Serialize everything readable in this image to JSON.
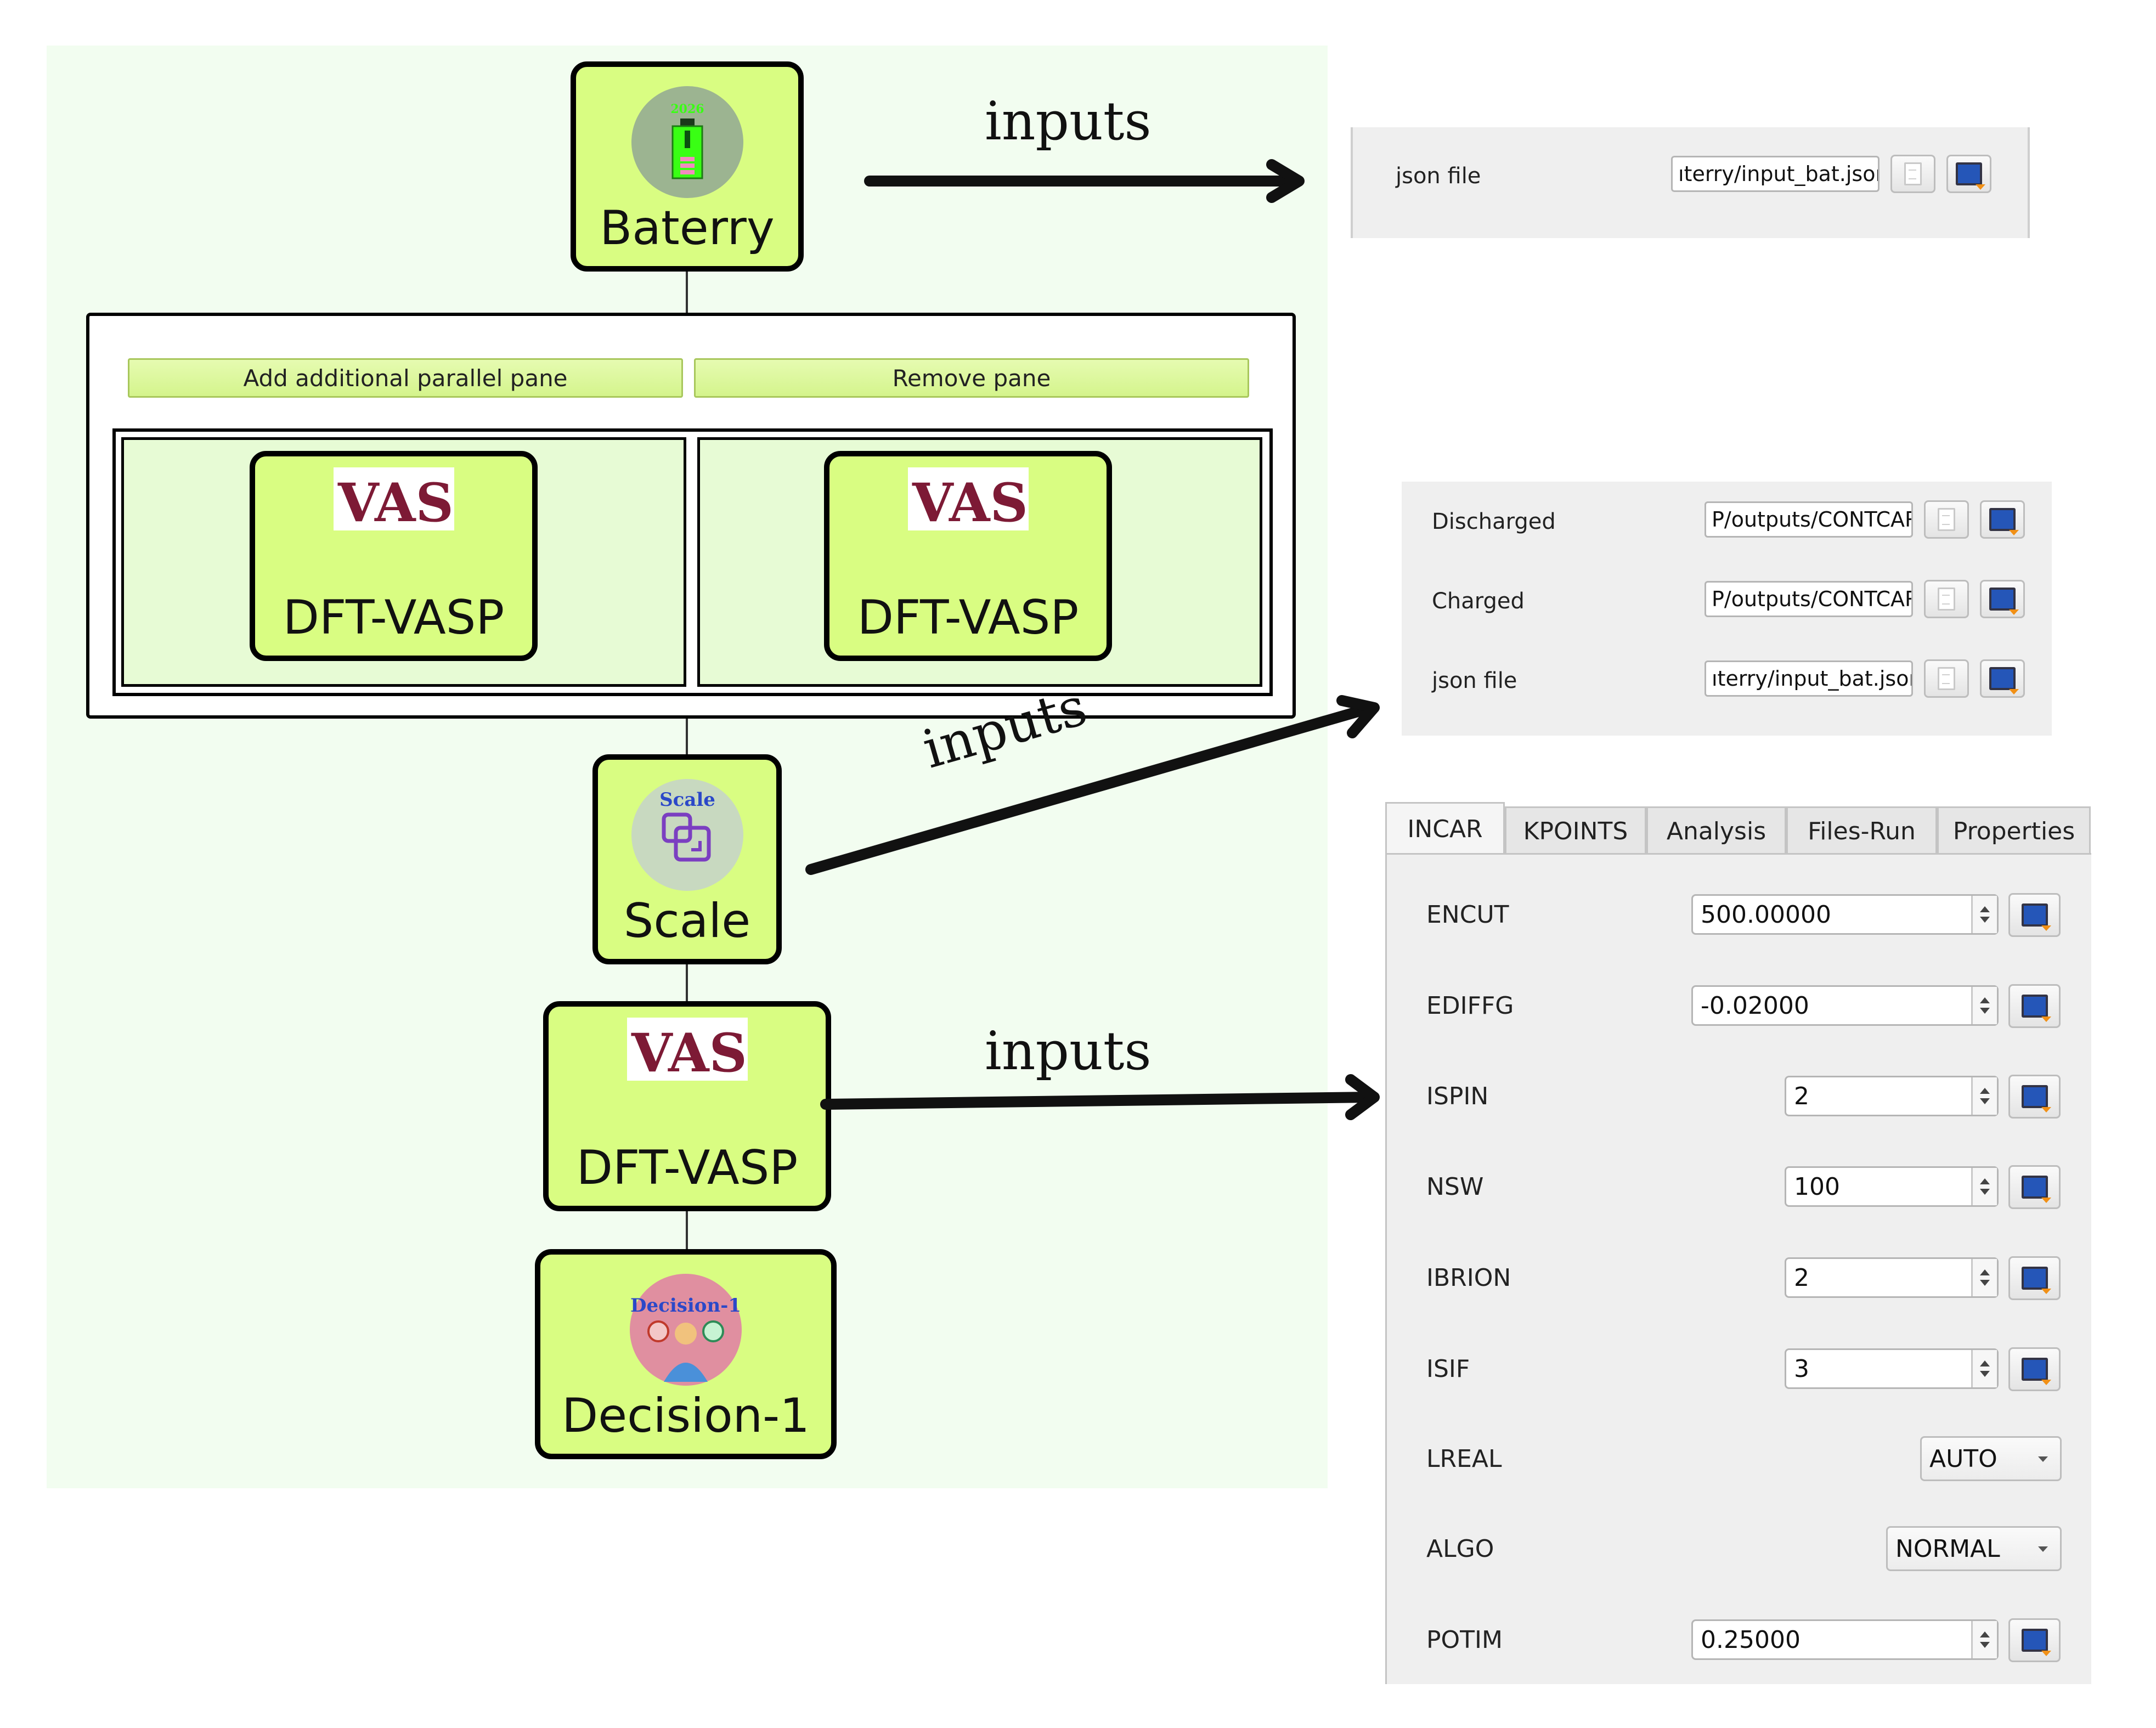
{
  "nodes": {
    "battery": {
      "label": "Baterry",
      "icon_text": "2026"
    },
    "dft_left": {
      "label": "DFT-VASP",
      "logo_text": "VASP"
    },
    "dft_right": {
      "label": "DFT-VASP",
      "logo_text": "VASP"
    },
    "scale": {
      "label": "Scale",
      "icon_text": "Scale"
    },
    "dft_bottom": {
      "label": "DFT-VASP",
      "logo_text": "VASP"
    },
    "decision": {
      "label": "Decision-1",
      "icon_text": "Decision-1"
    }
  },
  "parallel": {
    "add_label": "Add additional parallel pane",
    "remove_label": "Remove pane"
  },
  "arrow_labels": {
    "top": "inputs",
    "middle": "inputs",
    "bottom": "inputs"
  },
  "battery_panel": {
    "rows": [
      {
        "label": "json file",
        "value": "ıterry/input_bat.json"
      }
    ]
  },
  "scale_panel": {
    "rows": [
      {
        "label": "Discharged",
        "value": "P/outputs/CONTCAR"
      },
      {
        "label": "Charged",
        "value": "P/outputs/CONTCAR"
      },
      {
        "label": "json file",
        "value": "ıterry/input_bat.json"
      }
    ]
  },
  "vasp_panel": {
    "tabs": [
      "INCAR",
      "KPOINTS",
      "Analysis",
      "Files-Run",
      "Properties"
    ],
    "active_tab": "INCAR",
    "params": [
      {
        "name": "ENCUT",
        "value": "500.00000"
      },
      {
        "name": "EDIFFG",
        "value": "-0.02000"
      },
      {
        "name": "ISPIN",
        "value": "2"
      },
      {
        "name": "NSW",
        "value": "100"
      },
      {
        "name": "IBRION",
        "value": "2"
      },
      {
        "name": "ISIF",
        "value": "3"
      },
      {
        "name": "LREAL",
        "value": "AUTO"
      },
      {
        "name": "ALGO",
        "value": "NORMAL"
      },
      {
        "name": "POTIM",
        "value": "0.25000"
      }
    ]
  },
  "colors": {
    "node_fill": "#d9fd82",
    "canvas_bg": "#f2fdf0",
    "pane_bg": "#e7fbd5",
    "panel_bg": "#efefef"
  }
}
